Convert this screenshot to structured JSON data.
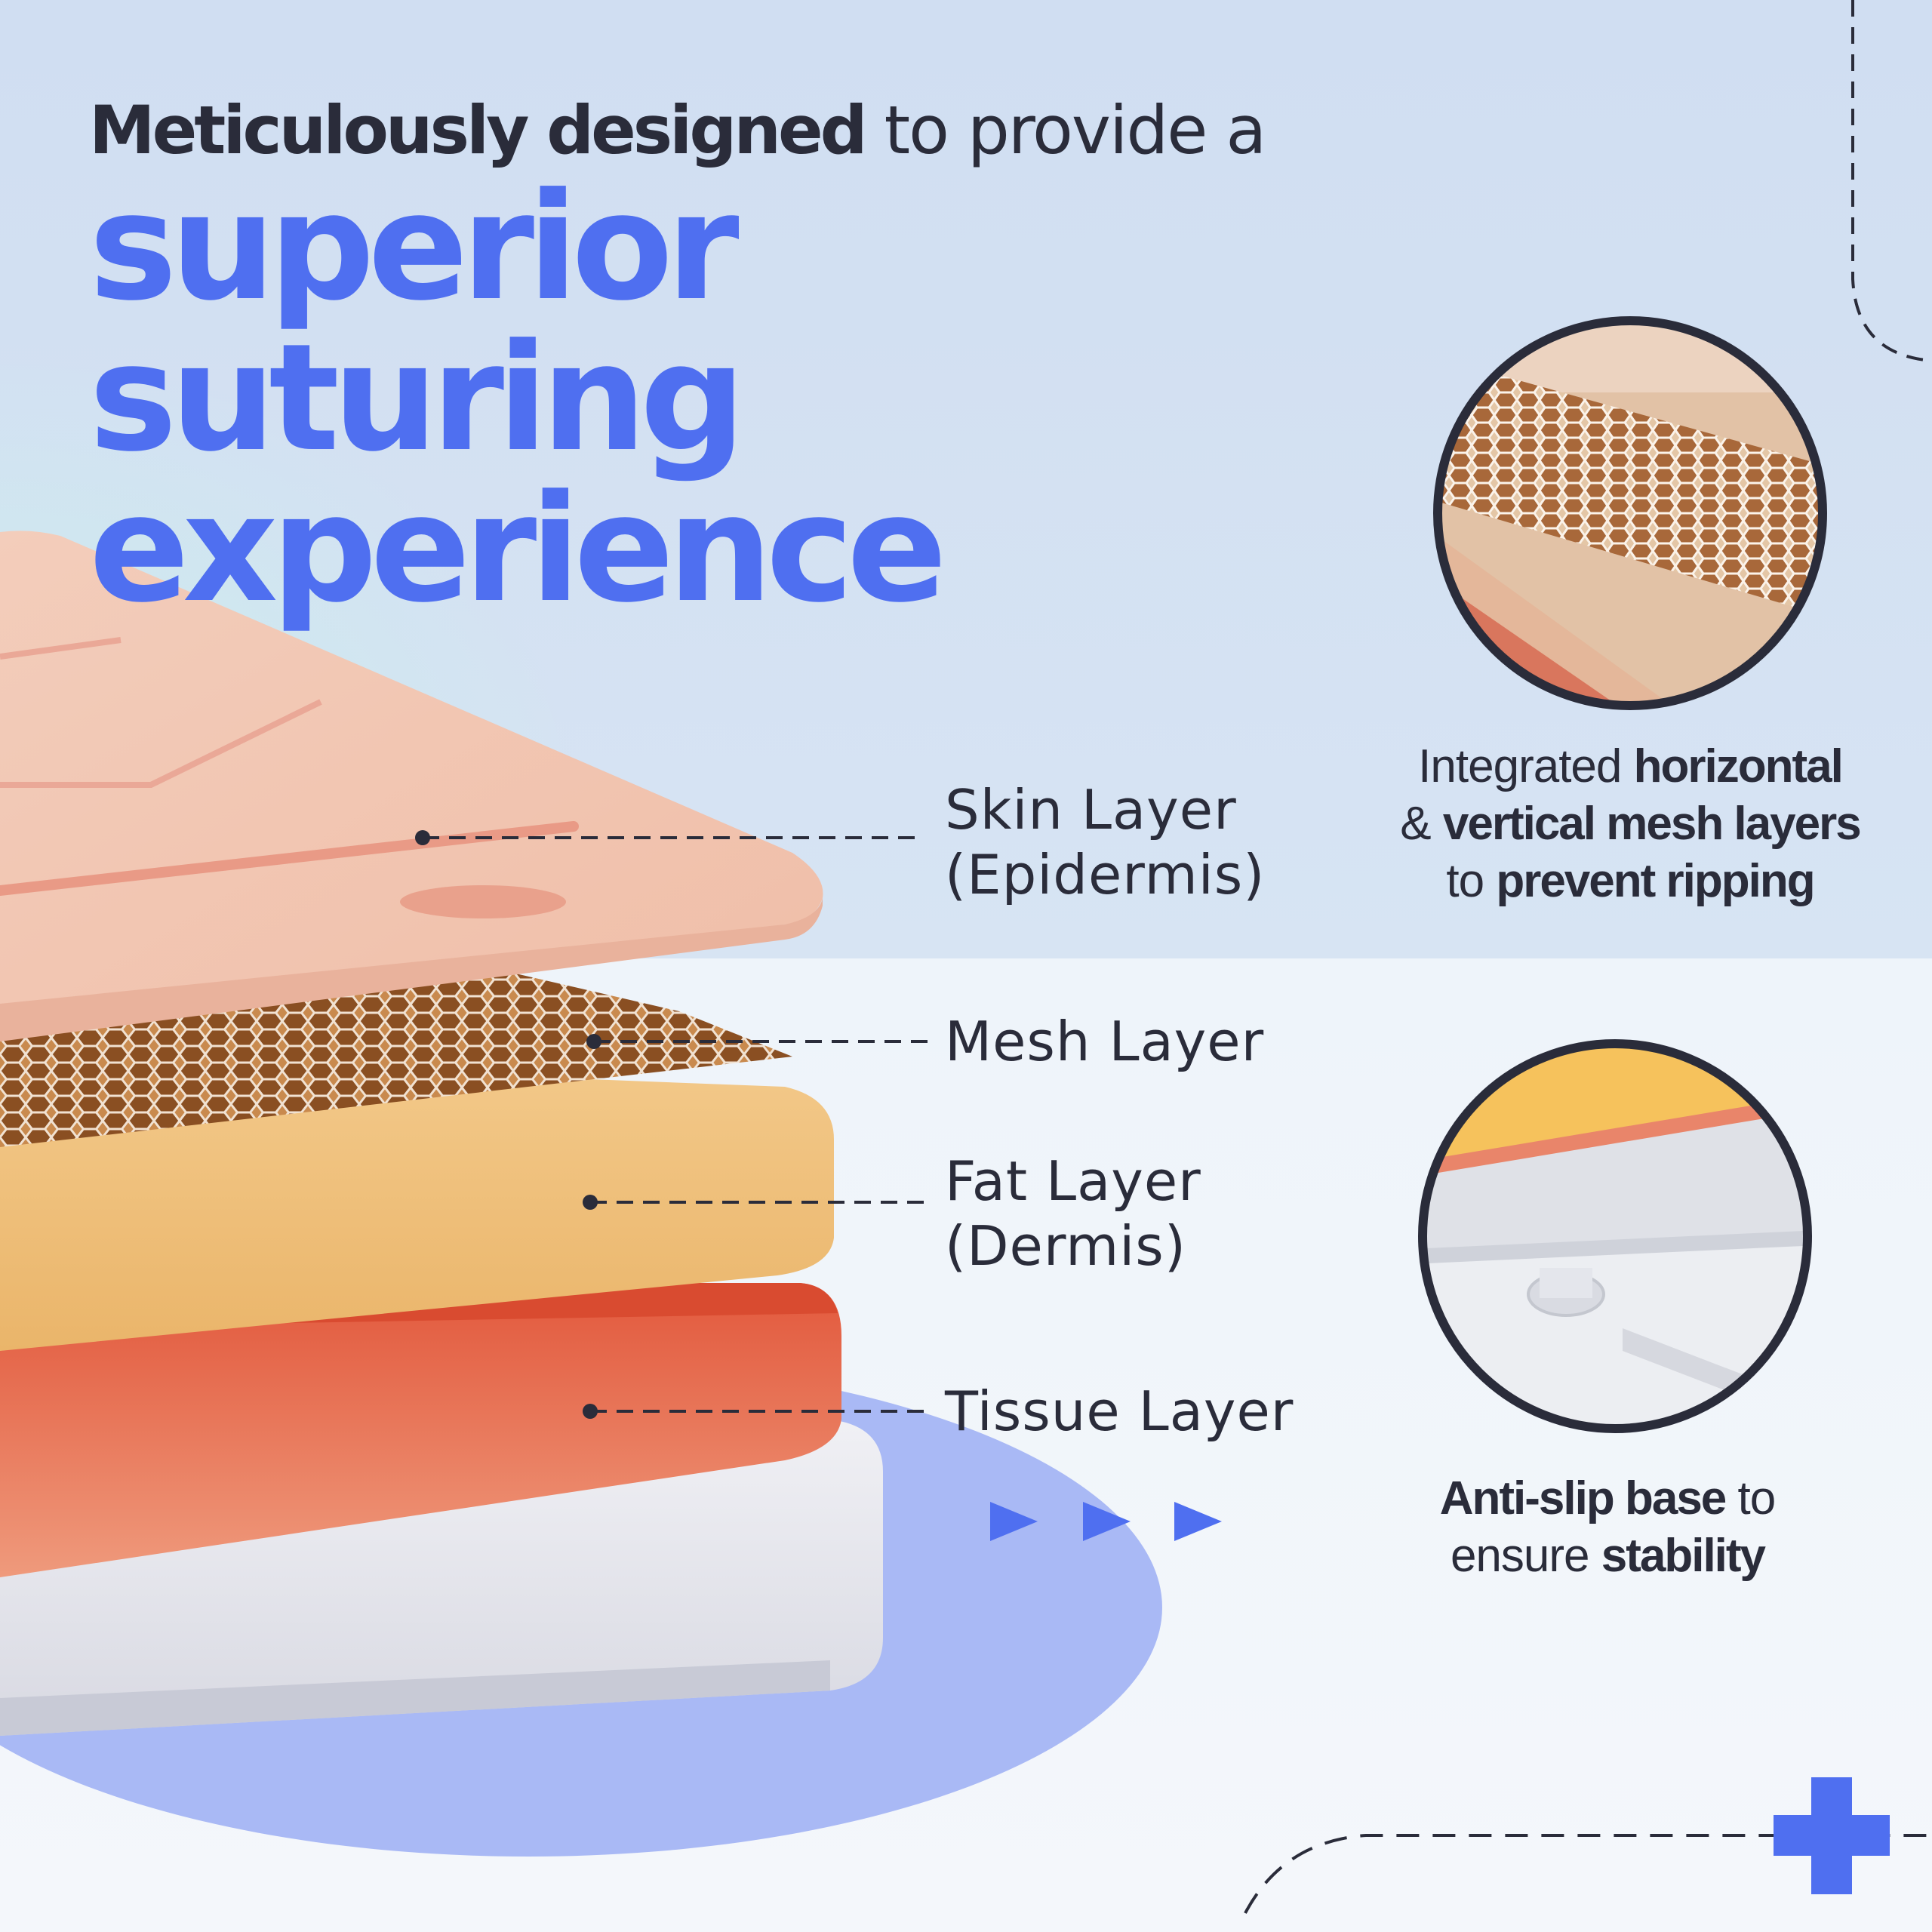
{
  "headline": {
    "bold_lead": "Meticulously designed",
    "rest_lead": " to provide a",
    "line2": "superior suturing",
    "line3": "experience"
  },
  "layers": [
    {
      "line1": "Skin Layer",
      "line2": "(Epidermis)"
    },
    {
      "line1": "Mesh Layer"
    },
    {
      "line1": "Fat Layer",
      "line2": "(Dermis)"
    },
    {
      "line1": "Tissue Layer"
    }
  ],
  "callouts": {
    "mesh": {
      "p1": "Integrated ",
      "b1": "horizontal",
      "p2": "& ",
      "b2": "vertical mesh layers",
      "p3": "to ",
      "b3": "prevent ripping"
    },
    "base": {
      "b1": "Anti-slip base",
      "p1": " to",
      "p2": "ensure ",
      "b2": "stability"
    }
  },
  "colors": {
    "accent": "#4f6ff0",
    "text": "#2a2c3a"
  },
  "icons": [
    "play-arrow-icon",
    "plus-icon"
  ]
}
